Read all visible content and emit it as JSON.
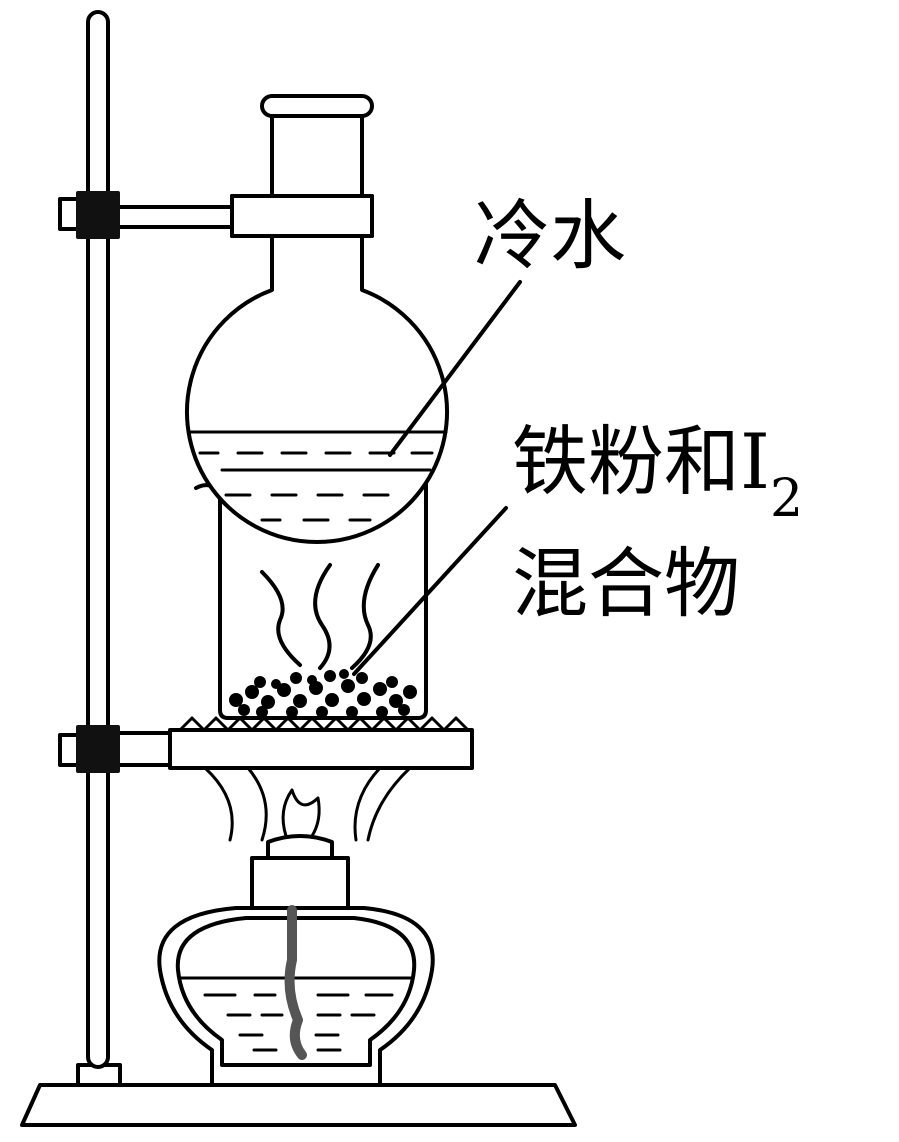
{
  "labels": {
    "cold_water": "冷水",
    "mixture_line1_a": "铁粉和I",
    "mixture_line1_sub": "2",
    "mixture_line2": "混合物"
  },
  "colors": {
    "stroke": "#000000",
    "background": "#ffffff",
    "clamp": "#111111",
    "wick": "#555555"
  }
}
